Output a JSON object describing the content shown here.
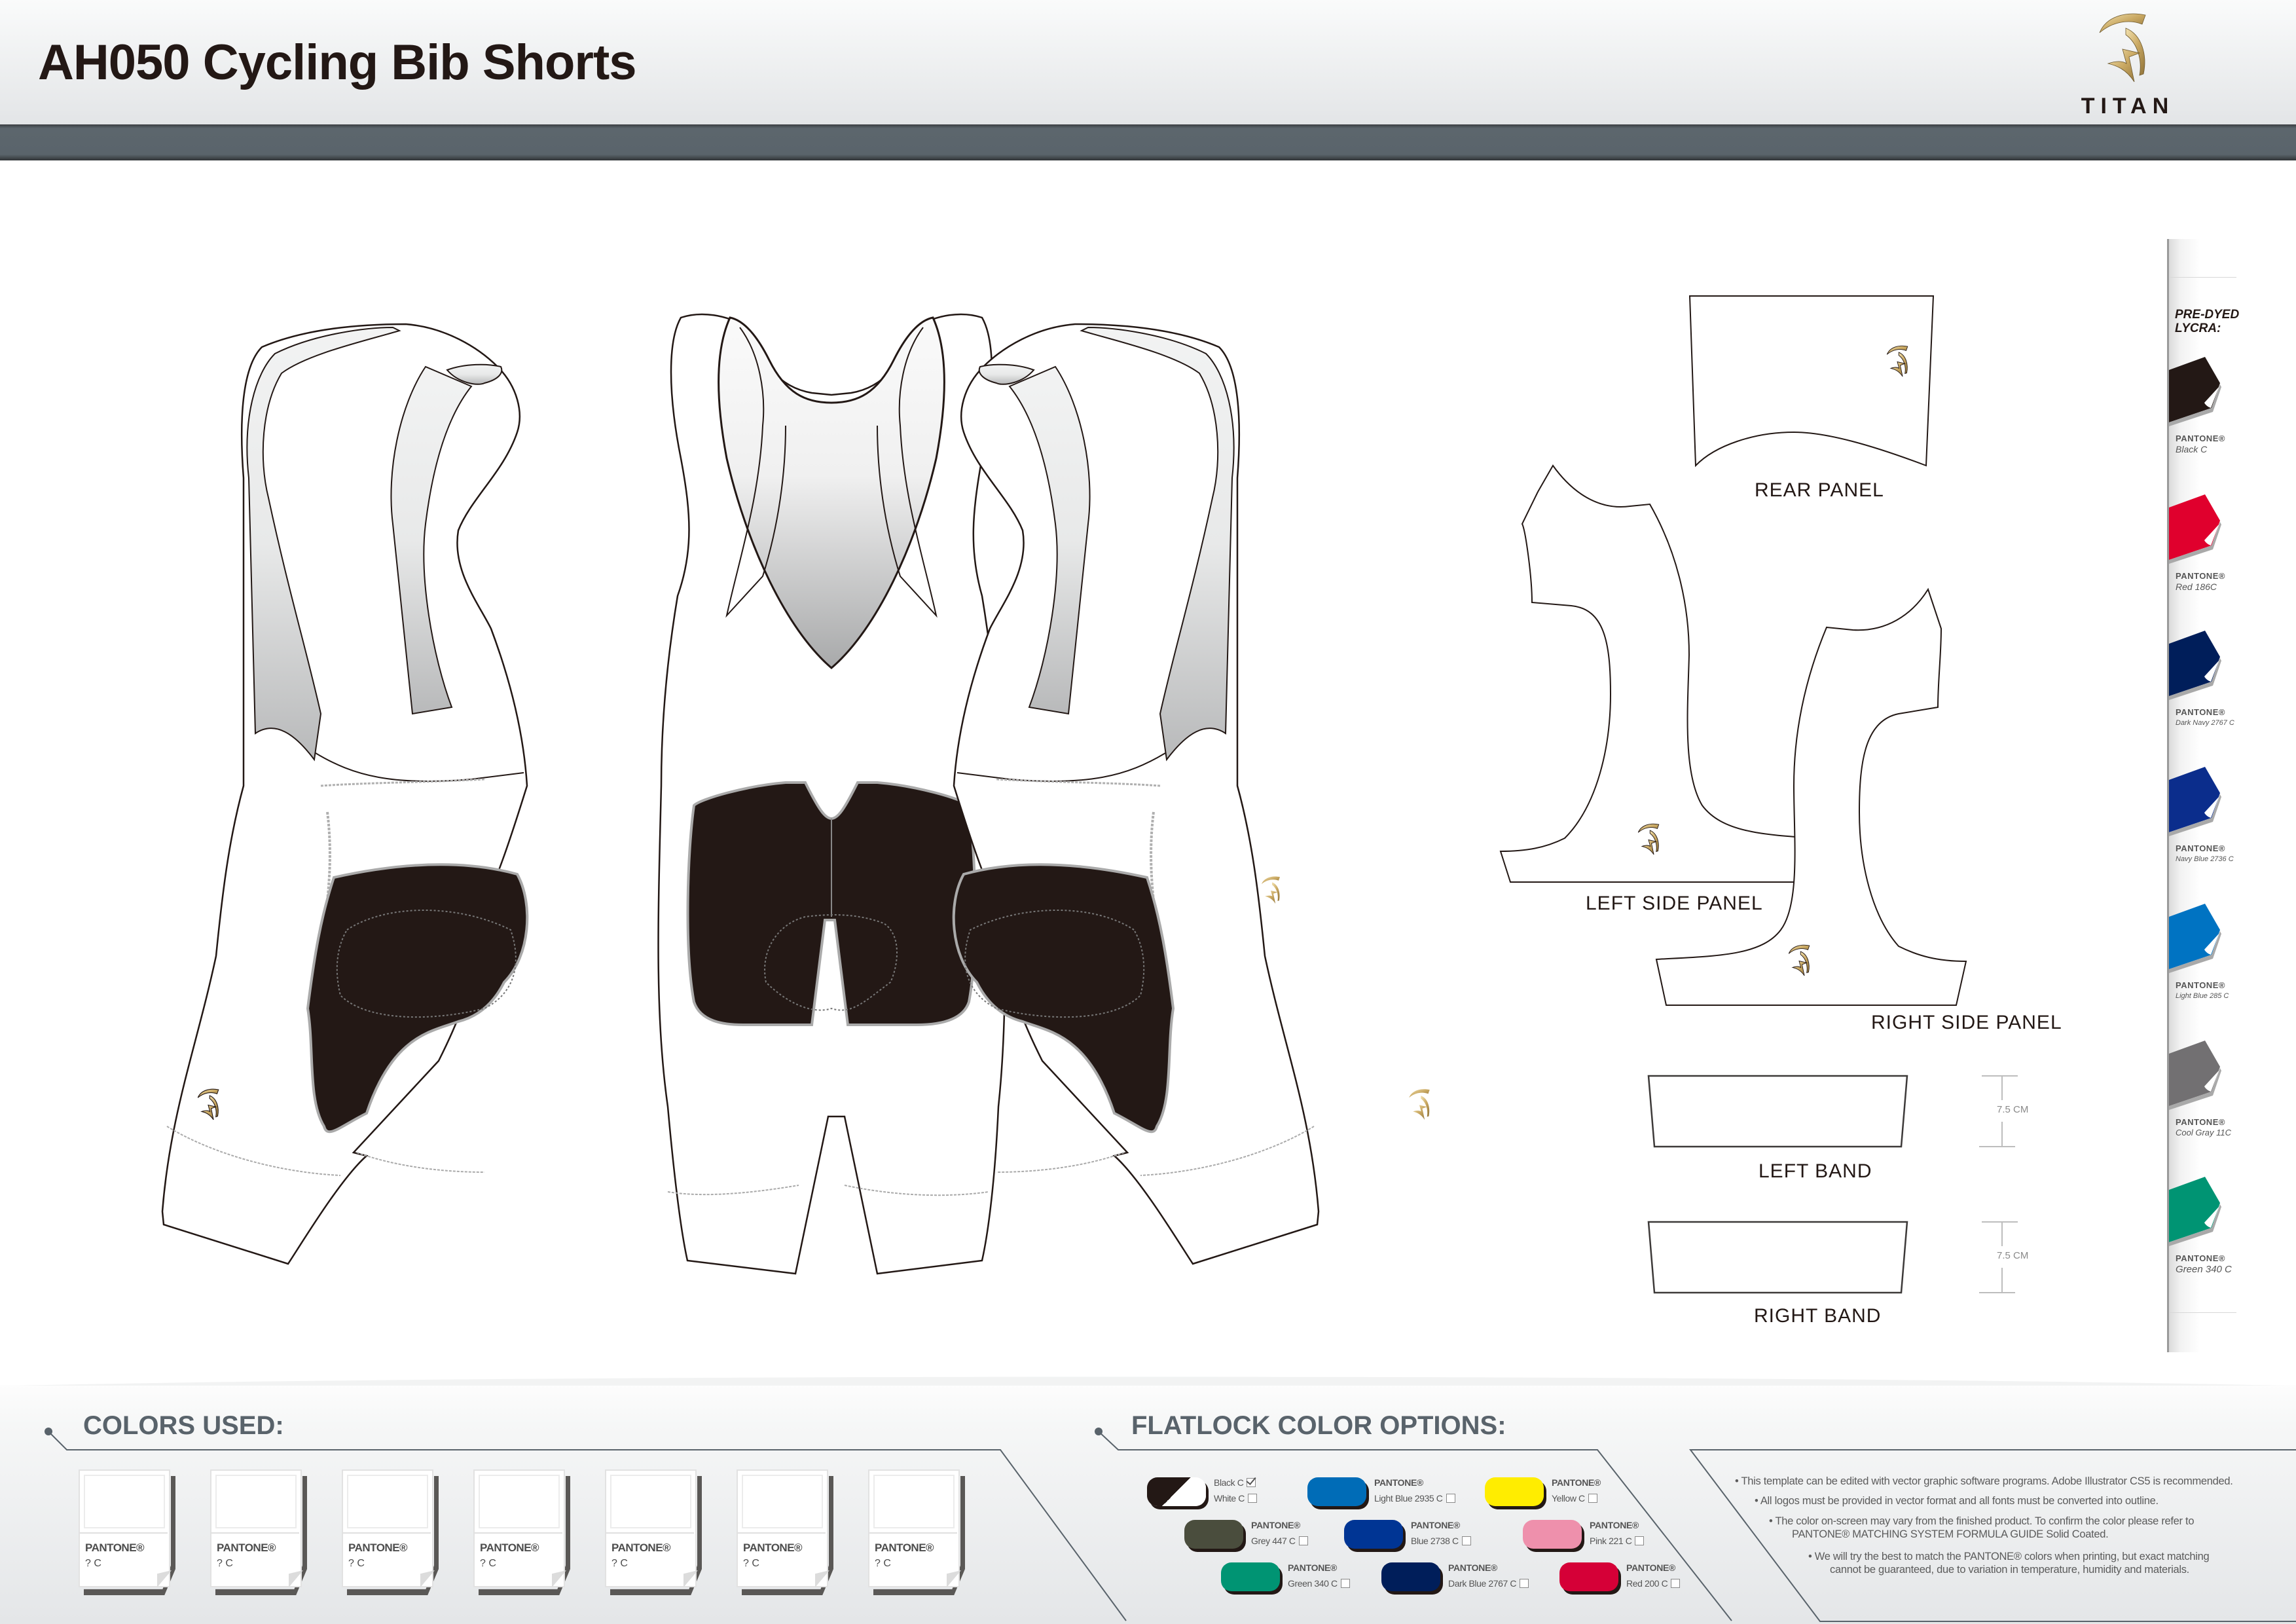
{
  "header": {
    "title": "AH050 Cycling Bib Shorts",
    "brand": "TITAN",
    "brand_logo_color": "#c9a862"
  },
  "drawing": {
    "views": [
      {
        "name": "left-side-view"
      },
      {
        "name": "back-view"
      },
      {
        "name": "right-side-view"
      }
    ],
    "panels": {
      "rear": "REAR PANEL",
      "left_side": "LEFT SIDE PANEL",
      "right_side": "RIGHT SIDE PANEL",
      "left_band": "LEFT BAND",
      "right_band": "RIGHT BAND"
    },
    "band_height": "7.5 CM",
    "chamois_color": "#231815"
  },
  "lycra": {
    "title_line1": "PRE-DYED",
    "title_line2": "LYCRA:",
    "pantone_label": "PANTONE®",
    "items": [
      {
        "name": "Black C",
        "color": "#231815"
      },
      {
        "name": "Red 186C",
        "color": "#e0002d"
      },
      {
        "name": "Dark Navy 2767 C",
        "color": "#001e5a"
      },
      {
        "name": "Navy Blue 2736 C",
        "color": "#0b2d8c"
      },
      {
        "name": "Light Blue 285 C",
        "color": "#0073c2"
      },
      {
        "name": "Cool Gray 11C",
        "color": "#727072"
      },
      {
        "name": "Green 340 C",
        "color": "#009473"
      }
    ]
  },
  "colors_used": {
    "title": "COLORS USED:",
    "pantone_label": "PANTONE®",
    "swatches": [
      {
        "code": "? C"
      },
      {
        "code": "? C"
      },
      {
        "code": "? C"
      },
      {
        "code": "? C"
      },
      {
        "code": "? C"
      },
      {
        "code": "? C"
      },
      {
        "code": "? C"
      }
    ]
  },
  "flatlock": {
    "title": "FLATLOCK COLOR OPTIONS:",
    "pantone_label": "PANTONE®",
    "default_option": {
      "black": "Black C",
      "white": "White C",
      "black_checked": true,
      "white_checked": false
    },
    "options": [
      {
        "name": "Light Blue 2935 C",
        "color": "#006cb7",
        "checked": false
      },
      {
        "name": "Yellow C",
        "color": "#ffed00",
        "checked": false
      },
      {
        "name": "Grey 447 C",
        "color": "#4a4d3d",
        "checked": false
      },
      {
        "name": "Blue 2738 C",
        "color": "#003594",
        "checked": false
      },
      {
        "name": "Pink 221 C",
        "color": "#ee90ac",
        "checked": false
      },
      {
        "name": "Green 340 C",
        "color": "#009473",
        "checked": false
      },
      {
        "name": "Dark Blue 2767 C",
        "color": "#001e5a",
        "checked": false
      },
      {
        "name": "Red 200 C",
        "color": "#d50037",
        "checked": false
      }
    ]
  },
  "notes": [
    "• This template can be edited with vector graphic software programs. Adobe Illustrator CS5 is recommended.",
    "• All logos must be provided in vector format and all fonts must be converted into outline.",
    "• The color on-screen may vary from the finished product. To confirm the color please refer to",
    "PANTONE® MATCHING SYSTEM FORMULA  GUIDE Solid Coated.",
    "• We will try the best to match the PANTONE® colors when printing, but exact matching",
    "cannot be guaranteed, due to variation in temperature, humidity and materials."
  ]
}
